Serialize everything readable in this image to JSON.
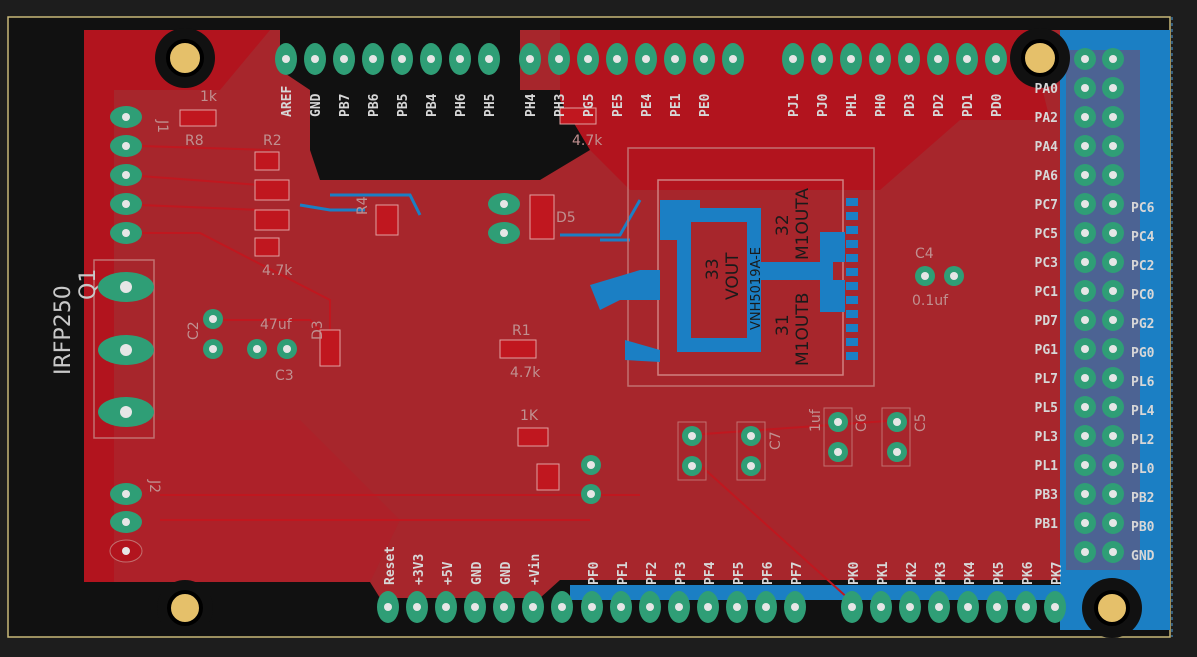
{
  "board": {
    "title": "Arduino Mega shield PCB layout",
    "colors": {
      "background": "#1d1d1d",
      "board_outline": "#c8b878",
      "copper_top": "#b2141e",
      "copper_top_fill": "#a7262c",
      "copper_bottom": "#1b7fc4",
      "pad": "#2f9e76",
      "pad_hole": "#e6e6e6",
      "silkscreen": "#d7d7d7",
      "mount_hole": "#e5c06a"
    }
  },
  "header_top": {
    "left_labels": [
      "AREF",
      "GND",
      "PB7",
      "PB6",
      "PB5",
      "PB4",
      "PH6",
      "PH5"
    ],
    "mid_labels": [
      "PH4",
      "PH3",
      "PG5",
      "PE5",
      "PE4",
      "PE1",
      "PE0"
    ],
    "right_labels": [
      "PJ1",
      "PJ0",
      "PH1",
      "PH0",
      "PD3",
      "PD2",
      "PD1",
      "PD0"
    ]
  },
  "header_bottom": {
    "power_labels": [
      "Reset",
      "+3V3",
      "+5V",
      "GND",
      "GND",
      "+Vin"
    ],
    "pf_labels": [
      "PF0",
      "PF1",
      "PF2",
      "PF3",
      "PF4",
      "PF5",
      "PF6",
      "PF7"
    ],
    "pk_labels": [
      "PK0",
      "PK1",
      "PK2",
      "PK3",
      "PK4",
      "PK5",
      "PK6",
      "PK7"
    ]
  },
  "header_right": {
    "left_labels": [
      "PA0",
      "PA2",
      "PA4",
      "PA6",
      "PC7",
      "PC5",
      "PC3",
      "PC1",
      "PD7",
      "PG1",
      "PL7",
      "PL5",
      "PL3",
      "PL1",
      "PB3",
      "PB1"
    ],
    "right_labels": [
      "PC6",
      "PC4",
      "PC2",
      "PC0",
      "PG2",
      "PG0",
      "PL6",
      "PL4",
      "PL2",
      "PL0",
      "PB2",
      "PB0",
      "GND"
    ]
  },
  "components": {
    "mosfet_value": "IRFP250",
    "mosfet_ref": "Q1",
    "chip_pin33": "33",
    "chip_vout": "VOUT",
    "chip_pin32": "32",
    "chip_m1outa": "M1OUTA",
    "chip_pin31": "31",
    "chip_m1outb": "M1OUTB",
    "chip_part": "VNH5019A-E",
    "c4_ref": "C4",
    "c4_value": "0.1uf",
    "r8_ref": "R8",
    "r8_value": "1k",
    "r2_ref": "R2",
    "c3_ref": "C3",
    "c3_value": "47uf",
    "c2_ref": "C2",
    "r1_ref": "R1",
    "r1_value": "4.7k",
    "r_misc_value": "1K",
    "r_misc2_value": "4.7k",
    "r_misc3_value": "4.7k",
    "c5_ref": "C5",
    "c7_ref": "C7",
    "c6_ref": "C6",
    "c6_value": "1uf",
    "d5_ref": "D5",
    "r4_ref": "R4",
    "d3_ref": "D3",
    "j1_ref": "J1",
    "j2_ref": "J2"
  }
}
